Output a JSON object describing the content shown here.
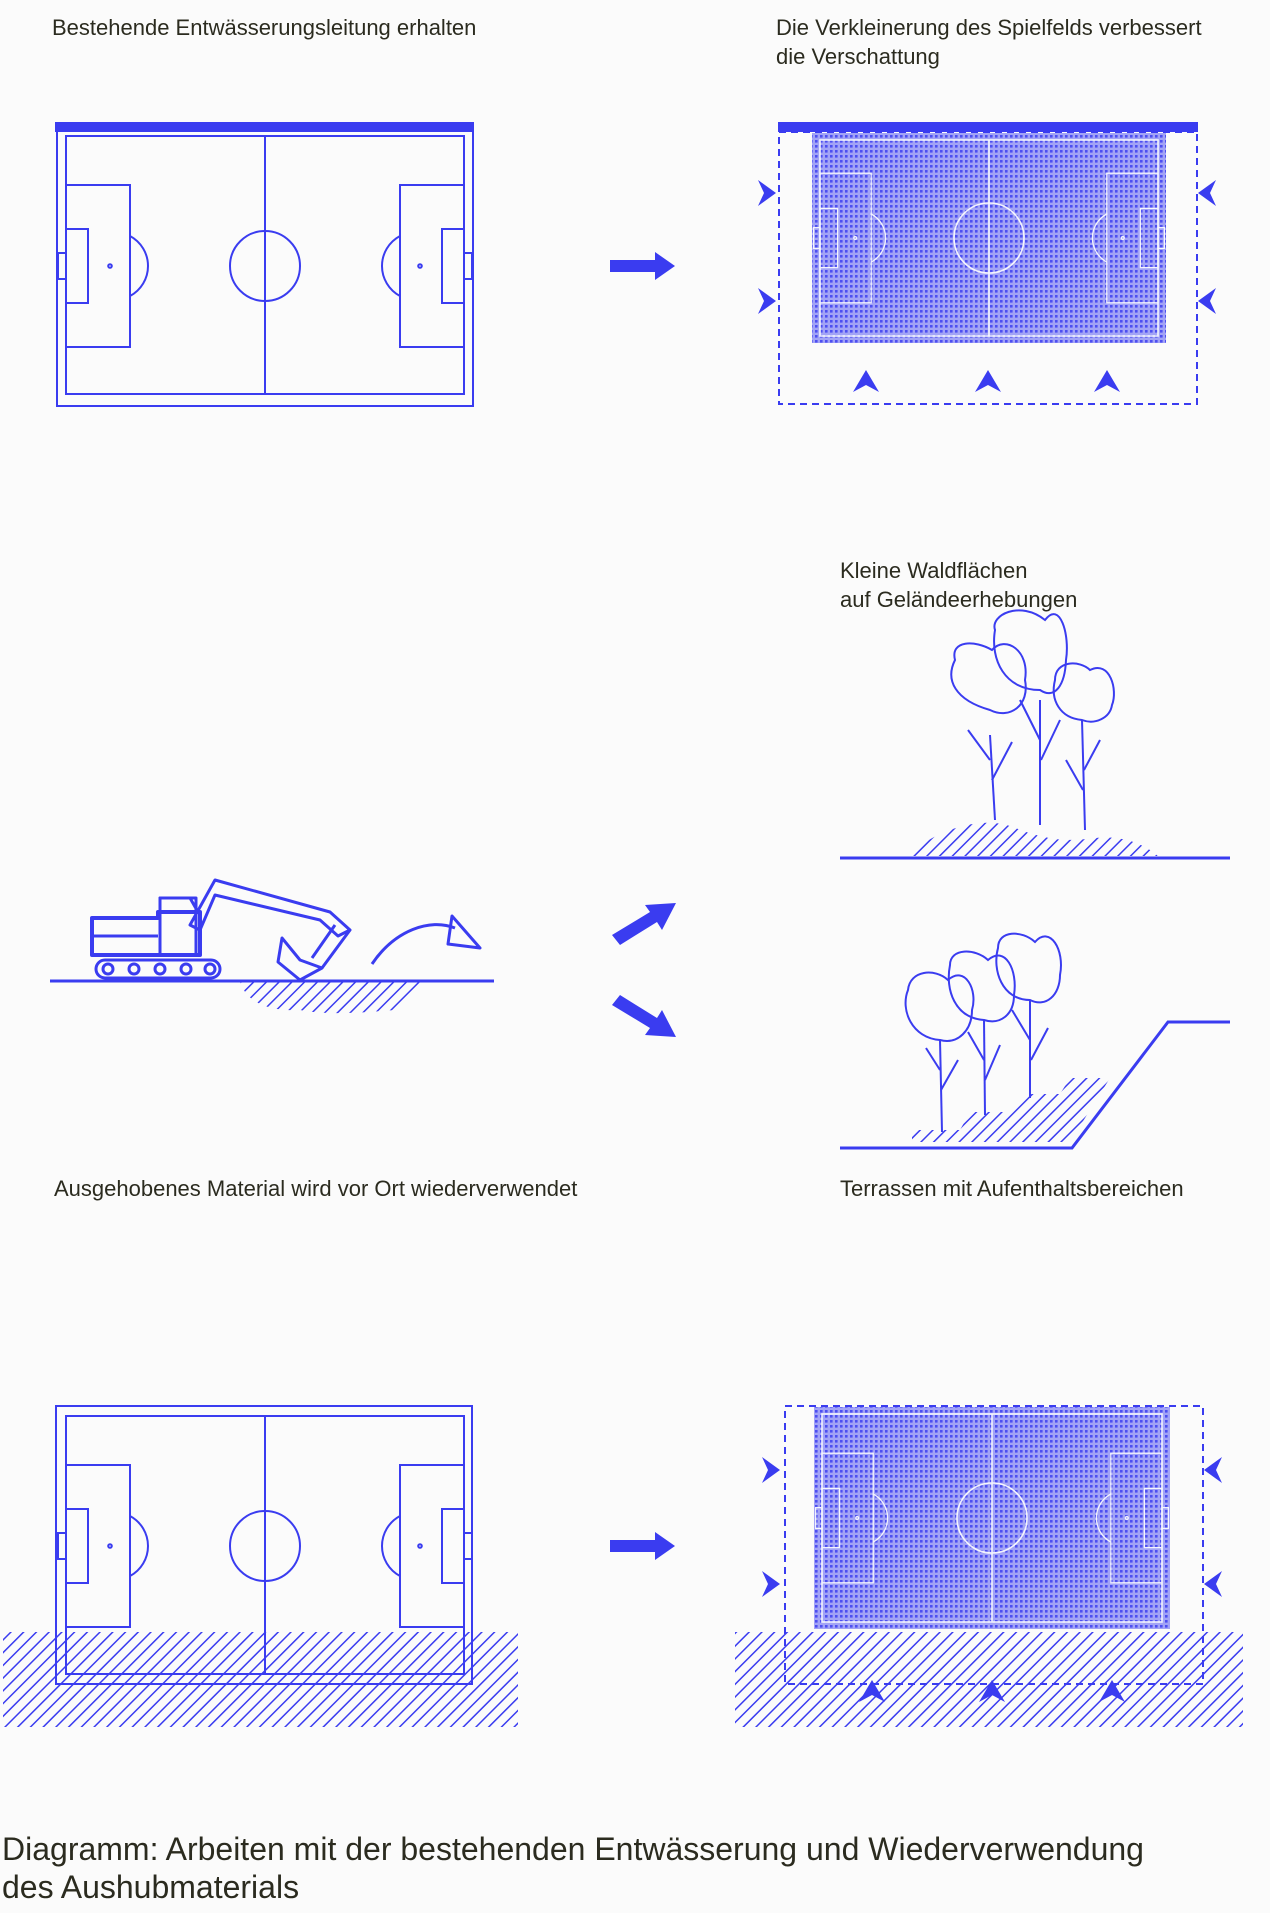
{
  "labels": {
    "drainage": "Bestehende Entwässerungsleitung erhalten",
    "shading_line1": "Die Verkleinerung des Spielfelds verbessert",
    "shading_line2": "die Verschattung",
    "forest_line1": "Kleine Waldflächen",
    "forest_line2": "auf Geländeerhebungen",
    "reuse": "Ausgehobenes Material wird vor Ort wiederverwendet",
    "terraces": "Terrassen mit Aufenthaltsbereichen"
  },
  "caption": {
    "line1": "Diagramm: Arbeiten mit der bestehenden Entwässerung und Wiederverwendung",
    "line2": "des Aushubmaterials"
  },
  "colors": {
    "ink": "#2b2b1f",
    "blue": "#3a3cf0",
    "background": "#fbfbfb"
  }
}
